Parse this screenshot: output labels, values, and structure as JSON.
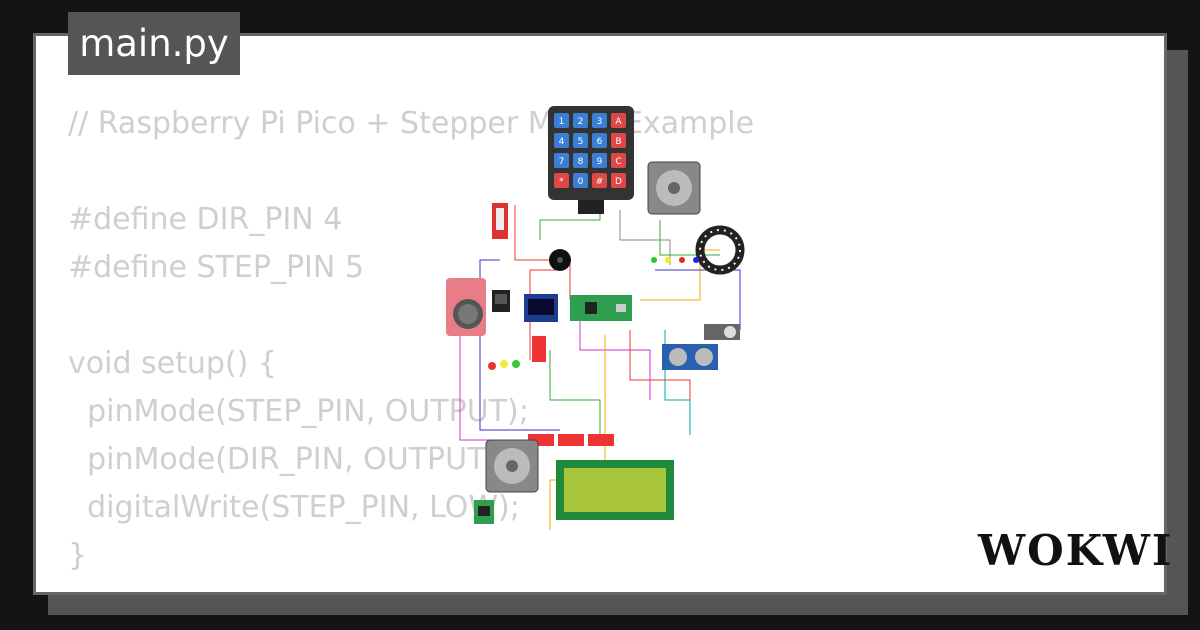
{
  "tab": {
    "filename": "main.py"
  },
  "code": {
    "lines": [
      "// Raspberry Pi Pico + Stepper Motor Example",
      "",
      "#define DIR_PIN 4",
      "#define STEP_PIN 5",
      "",
      "void setup() {",
      "  pinMode(STEP_PIN, OUTPUT);",
      "  pinMode(DIR_PIN, OUTPUT);",
      "  digitalWrite(STEP_PIN, LOW);",
      "}"
    ]
  },
  "keypad": {
    "keys": [
      "1",
      "2",
      "3",
      "A",
      "4",
      "5",
      "6",
      "B",
      "7",
      "8",
      "9",
      "C",
      "*",
      "0",
      "#",
      "D"
    ]
  },
  "brand": {
    "logo_text": "WOKWI"
  },
  "colors": {
    "keypad_blue": "#3a7fd5",
    "keypad_red": "#e04848",
    "lcd_green": "#1f8a3a",
    "lcd_screen": "#a8c43a",
    "pico_green": "#2e9e4f"
  }
}
